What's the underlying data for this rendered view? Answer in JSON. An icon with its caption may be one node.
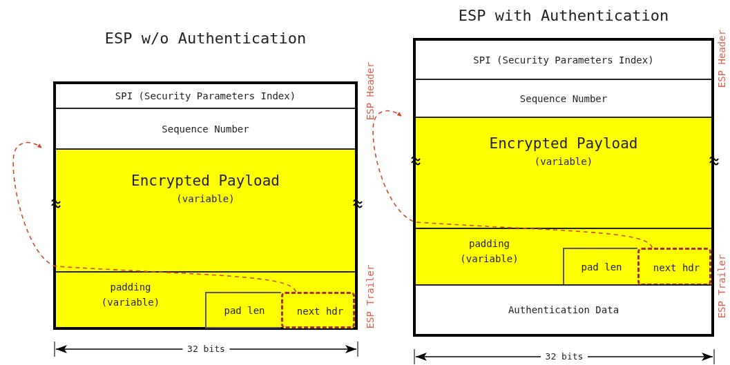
{
  "diagram": {
    "nodes": [
      {
        "text": [
          "ESP w/o Authentication"
        ]
      },
      {
        "text": [
          "SPI (Security Parameters Index)"
        ],
        "in": 0
      },
      {
        "text": [
          "Sequence Number"
        ],
        "in": 0
      },
      {
        "text": [
          "Encrypted Payload",
          "(variable)"
        ],
        "in": 0
      },
      {
        "text": [
          "padding (variable)"
        ],
        "in": 0
      },
      {
        "text": [
          "pad len"
        ],
        "in": 4
      },
      {
        "text": [
          "next hdr"
        ],
        "in": 4
      },
      {
        "text": [
          "ESP with Authentication"
        ]
      },
      {
        "text": [
          "SPI (Security Parameters Index)"
        ],
        "in": 7
      },
      {
        "text": [
          "Sequence Number"
        ],
        "in": 7
      },
      {
        "text": [
          "Encrypted Payload",
          "(variable)"
        ],
        "in": 7
      },
      {
        "text": [
          "padding (variable)"
        ],
        "in": 7
      },
      {
        "text": [
          "pad len"
        ],
        "in": 11
      },
      {
        "text": [
          "next hdr"
        ],
        "in": 11
      },
      {
        "text": [
          "Authentication Data"
        ],
        "in": 7
      }
    ],
    "edges": [
      {
        "from": 6,
        "to": 3,
        "arrow": "to",
        "style": "dashed",
        "color": "#d04a2a"
      },
      {
        "from": 13,
        "to": 10,
        "arrow": "to",
        "style": "dashed",
        "color": "#d04a2a"
      }
    ],
    "labels": [
      "ESP Header",
      "ESP Trailer",
      "32 bits",
      "ESP Header",
      "ESP Trailer",
      "32 bits"
    ]
  }
}
